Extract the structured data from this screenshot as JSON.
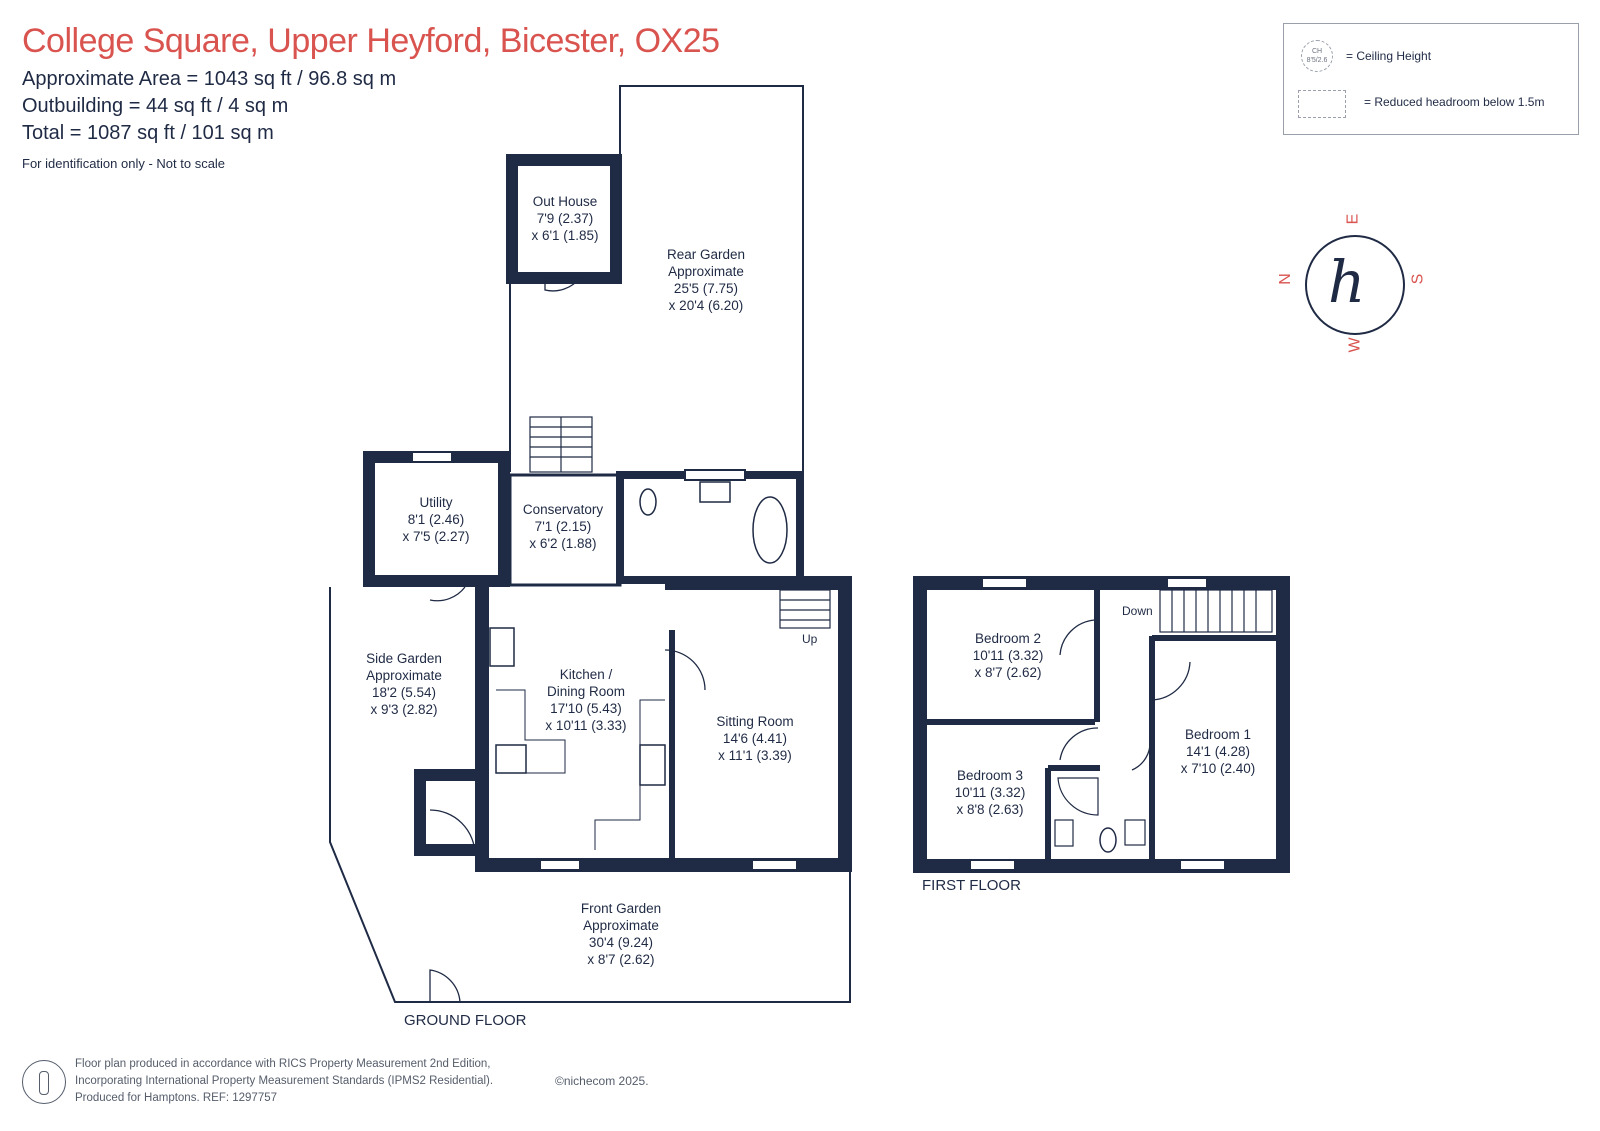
{
  "header": {
    "title": "College Square, Upper Heyford, Bicester, OX25",
    "area_lines": [
      "Approximate Area = 1043 sq ft / 96.8 sq m",
      "Outbuilding = 44 sq ft / 4 sq m",
      "Total = 1087 sq ft / 101 sq m"
    ],
    "note": "For identification only - Not to scale"
  },
  "legend": {
    "ceiling_icon_text": "CH 8'5/2.6",
    "ceiling_label": "= Ceiling Height",
    "reduced_label": "= Reduced headroom below 1.5m"
  },
  "compass": {
    "logo": "h",
    "north": "N",
    "south": "S",
    "east": "E",
    "west": "W"
  },
  "rooms": {
    "out_house": [
      "Out House",
      "7'9 (2.37)",
      "x 6'1 (1.85)"
    ],
    "rear_garden": [
      "Rear Garden",
      "Approximate",
      "25'5 (7.75)",
      "x 20'4 (6.20)"
    ],
    "utility": [
      "Utility",
      "8'1 (2.46)",
      "x 7'5 (2.27)"
    ],
    "conservatory": [
      "Conservatory",
      "7'1 (2.15)",
      "x 6'2 (1.88)"
    ],
    "side_garden": [
      "Side Garden",
      "Approximate",
      "18'2 (5.54)",
      "x 9'3 (2.82)"
    ],
    "kitchen": [
      "Kitchen /",
      "Dining Room",
      "17'10 (5.43)",
      "x 10'11 (3.33)"
    ],
    "sitting_room": [
      "Sitting Room",
      "14'6 (4.41)",
      "x 11'1 (3.39)"
    ],
    "front_garden": [
      "Front Garden",
      "Approximate",
      "30'4 (9.24)",
      "x 8'7 (2.62)"
    ],
    "bedroom2": [
      "Bedroom 2",
      "10'11 (3.32)",
      "x 8'7 (2.62)"
    ],
    "bedroom3": [
      "Bedroom 3",
      "10'11 (3.32)",
      "x 8'8 (2.63)"
    ],
    "bedroom1": [
      "Bedroom 1",
      "14'1 (4.28)",
      "x 7'10 (2.40)"
    ]
  },
  "stairs": {
    "up": "Up",
    "down": "Down"
  },
  "floors": {
    "ground": "GROUND FLOOR",
    "first": "FIRST FLOOR"
  },
  "footer": {
    "lines": [
      "Floor plan produced in accordance with RICS Property Measurement 2nd Edition,",
      "Incorporating International Property Measurement Standards (IPMS2 Residential).",
      "Produced for Hamptons.   REF:  1297757"
    ],
    "copyright": "©nichecom 2025."
  },
  "colors": {
    "wall": "#1f2a44",
    "title": "#d9534f",
    "accent": "#d9534f"
  }
}
